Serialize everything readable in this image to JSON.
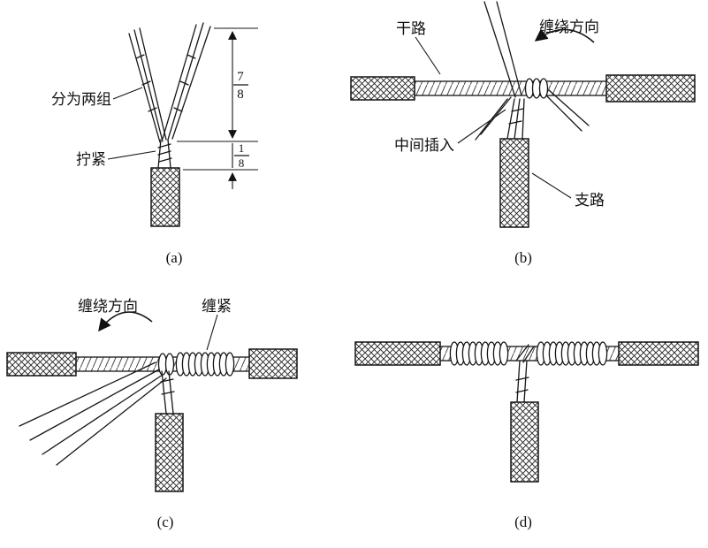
{
  "panels": {
    "a": {
      "caption": "(a)",
      "labels": {
        "split_two_groups": "分为两组",
        "twist_tight": "拧紧"
      },
      "dims": {
        "frac1_num": "7",
        "frac1_den": "8",
        "frac2_num": "1",
        "frac2_den": "8"
      }
    },
    "b": {
      "caption": "(b)",
      "labels": {
        "main_line": "干路",
        "winding_direction": "缠绕方向",
        "insert_middle": "中间插入",
        "branch_line": "支路"
      }
    },
    "c": {
      "caption": "(c)",
      "labels": {
        "winding_direction": "缠绕方向",
        "wind_tight": "缠紧"
      }
    },
    "d": {
      "caption": "(d)"
    }
  },
  "colors": {
    "line": "#151515",
    "background": "#ffffff"
  }
}
